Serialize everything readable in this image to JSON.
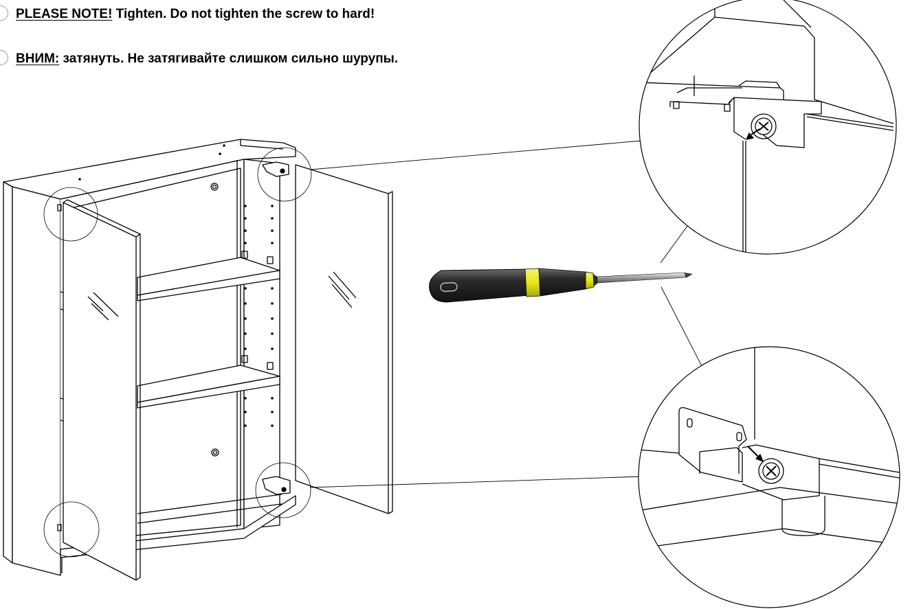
{
  "notes": [
    {
      "keyword": "PLEASE NOTE!",
      "text": " Tighten. Do not tighten the screw to hard!"
    },
    {
      "keyword": "ВНИМ:",
      "text": " затянуть. Не затягивайте слишком сильно шурупы."
    }
  ],
  "parts": {
    "cabinet": "mirror-cabinet",
    "tool": "phillips-screwdriver",
    "details": [
      "upper-hinge-screw",
      "lower-hinge-screw"
    ]
  },
  "colors": {
    "handle_dark": "#2b2b2b",
    "handle_band": "#e6e619",
    "line": "#000000"
  }
}
